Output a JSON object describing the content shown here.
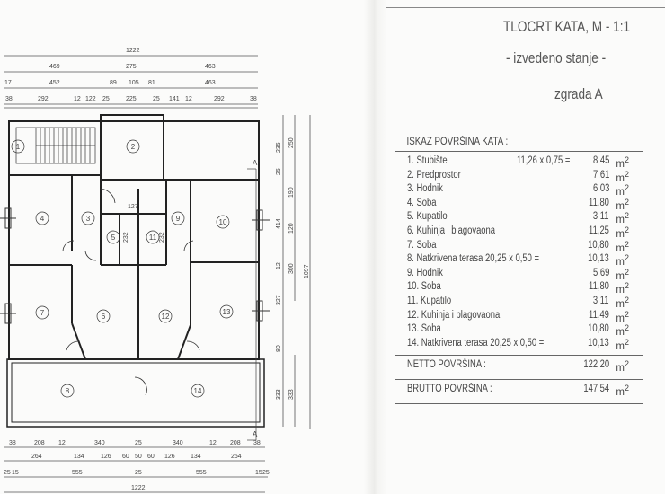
{
  "title": {
    "line1": "TLOCRT KATA, M - 1:1",
    "line2": "- izvedeno stanje -",
    "line3": "zgrada A"
  },
  "table": {
    "heading": "ISKAZ POVRŠINA KATA :",
    "unit": "m",
    "unit_exp": "2",
    "rows": [
      {
        "label": "1. Stubište",
        "calc": "11,26 x 0,75 =",
        "value": "8,45"
      },
      {
        "label": "2. Predprostor",
        "calc": "",
        "value": "7,61"
      },
      {
        "label": "3. Hodnik",
        "calc": "",
        "value": "6,03"
      },
      {
        "label": "4. Soba",
        "calc": "",
        "value": "11,80"
      },
      {
        "label": "5. Kupatilo",
        "calc": "",
        "value": "3,11"
      },
      {
        "label": "6. Kuhinja i blagovaona",
        "calc": "",
        "value": "11,25"
      },
      {
        "label": "7. Soba",
        "calc": "",
        "value": "10,80"
      },
      {
        "label": "8. Natkrivena terasa 20,25 x 0,50 =",
        "calc": "",
        "value": "10,13"
      },
      {
        "label": "9. Hodnik",
        "calc": "",
        "value": "5,69"
      },
      {
        "label": "10. Soba",
        "calc": "",
        "value": "11,80"
      },
      {
        "label": "11. Kupatilo",
        "calc": "",
        "value": "3,11"
      },
      {
        "label": "12. Kuhinja i blagovaona",
        "calc": "",
        "value": "11,49"
      },
      {
        "label": "13. Soba",
        "calc": "",
        "value": "10,80"
      },
      {
        "label": "14. Natkrivena terasa 20,25 x 0,50 =",
        "calc": "",
        "value": "10,13"
      }
    ],
    "netto": {
      "label": "NETTO POVRŠINA :",
      "value": "122,20"
    },
    "brutto": {
      "label": "BRUTTO POVRŠINA :",
      "value": "147,54"
    }
  },
  "plan": {
    "rooms": [
      "1",
      "2",
      "3",
      "4",
      "5",
      "6",
      "7",
      "8",
      "9",
      "10",
      "11",
      "12",
      "13",
      "14"
    ],
    "section_mark": "A",
    "dims_top": {
      "r1": [
        "1222"
      ],
      "r2": [
        "469",
        "275",
        "463"
      ],
      "r3": [
        "17",
        "452",
        "89",
        "105",
        "81",
        "463"
      ],
      "r4": [
        "38",
        "292",
        "12",
        "122",
        "25",
        "225",
        "25",
        "141",
        "12",
        "292",
        "38"
      ]
    },
    "dims_bottom": {
      "r1": [
        "38",
        "208",
        "12",
        "340",
        "25",
        "340",
        "12",
        "208",
        "38"
      ],
      "r2": [
        "264",
        "134",
        "126",
        "60",
        "50",
        "60",
        "126",
        "134",
        "254"
      ],
      "r3": [
        "25",
        "15",
        "555",
        "25",
        "555",
        "15",
        "25"
      ],
      "r4": [
        "1222"
      ]
    },
    "dims_right": [
      "235",
      "250",
      "25",
      "414",
      "190",
      "120",
      "12",
      "300",
      "327",
      "80",
      "333",
      "333",
      "1097"
    ],
    "inner": [
      "127",
      "232",
      "232"
    ]
  }
}
